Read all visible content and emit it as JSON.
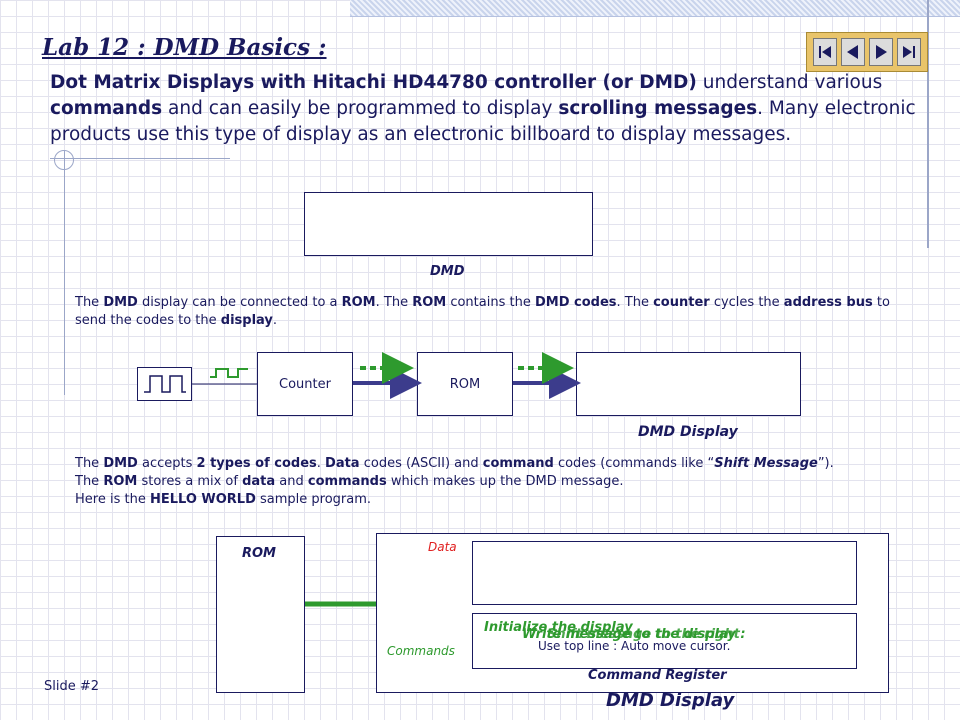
{
  "header": {
    "title": "Lab 12 :  DMD Basics :"
  },
  "nav": {
    "first_icon": "skip-first-icon",
    "prev_icon": "prev-icon",
    "next_icon": "next-icon",
    "last_icon": "skip-last-icon"
  },
  "intro": {
    "p1": "Dot Matrix Displays with Hitachi HD44780 controller (or DMD)",
    "p2": " understand various ",
    "p3": "commands",
    "p4": " and can easily be programmed to display ",
    "p5": "scrolling messages",
    "p6": ". Many electronic products use this type of display as an electronic billboard to display messages."
  },
  "dmd_label": "DMD",
  "para1": {
    "a": "The ",
    "b": "DMD",
    "c": " display can be connected to a ",
    "d": "ROM",
    "e": ". The ",
    "f": "ROM",
    "g": " contains the ",
    "h": "DMD codes",
    "i": ". The ",
    "j": "counter",
    "k": " cycles the ",
    "l": "address bus",
    "m": " to send the codes to the ",
    "n": "display",
    "o": "."
  },
  "diagram1": {
    "counter": "Counter",
    "rom": "ROM",
    "display_label": "DMD Display"
  },
  "para2": {
    "a": "The ",
    "b": "DMD",
    "c": " accepts ",
    "d": "2 types of codes",
    "e": ". ",
    "f": "Data",
    "g": " codes (ASCII) and ",
    "h": "command",
    "i": " codes (commands like “",
    "j": "Shift Message",
    "k": "”).",
    "l": "The ",
    "m": "ROM",
    "n": " stores a mix of ",
    "o": "data",
    "p": " and ",
    "q": "commands",
    "r": " which makes up the DMD message.",
    "s": "Here is the ",
    "t": "HELLO WORLD",
    "u": " sample program."
  },
  "diagram2": {
    "rom": "ROM",
    "data_label": "Data",
    "commands_label": "Commands",
    "cmd_overlay_1": "Initialize the display",
    "cmd_overlay_2": "Write message to the display :",
    "cmd_overlay_3": "Shift message to the right",
    "cmd_line": "Use top line : Auto move cursor.",
    "cmd_register": "Command Register",
    "display_label": "DMD Display"
  },
  "footer": {
    "slide": "Slide #2"
  },
  "colors": {
    "navy": "#1a1a5e",
    "green": "#2e9a2e",
    "red": "#e02020",
    "arrow_blue": "#3c3c8c"
  }
}
